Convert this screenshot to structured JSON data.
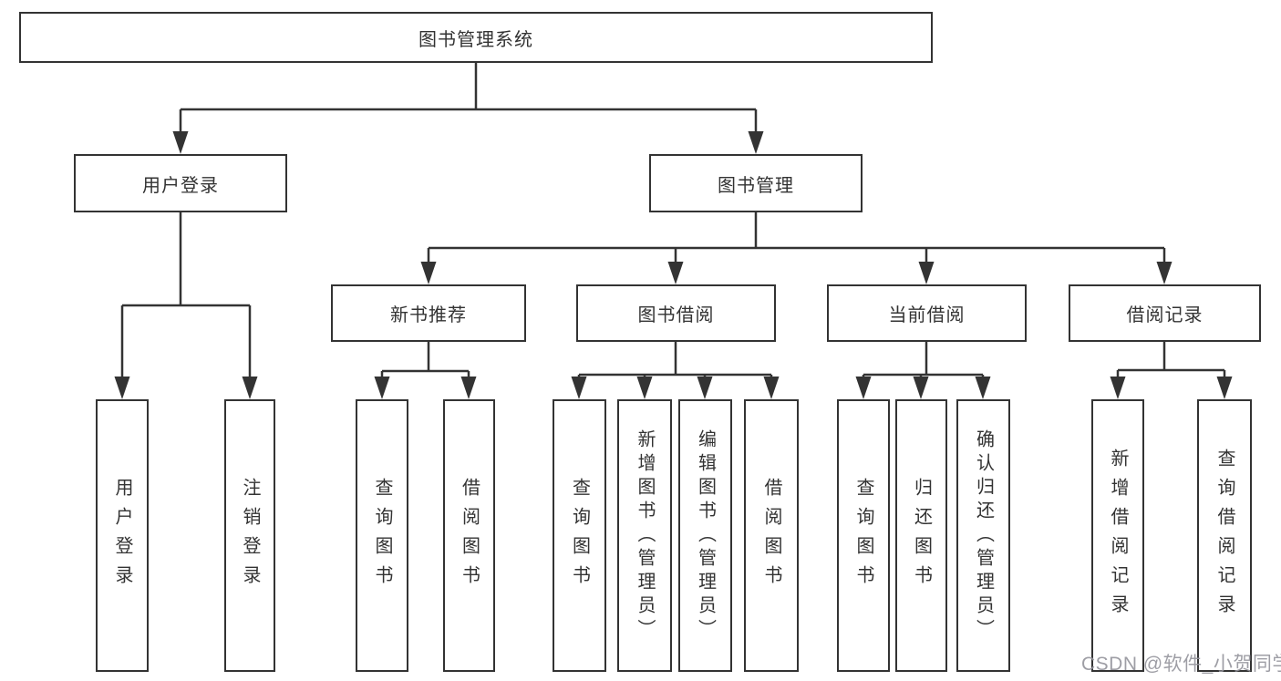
{
  "tree": {
    "root": {
      "label": "图书管理系统",
      "children": [
        {
          "label": "用户登录",
          "children": [
            {
              "label": "用户登录"
            },
            {
              "label": "注销登录"
            }
          ]
        },
        {
          "label": "图书管理",
          "children": [
            {
              "label": "新书推荐",
              "children": [
                {
                  "label": "查询图书"
                },
                {
                  "label": "借阅图书"
                }
              ]
            },
            {
              "label": "图书借阅",
              "children": [
                {
                  "label": "查询图书"
                },
                {
                  "label": "新增图书（管理员）"
                },
                {
                  "label": "编辑图书（管理员）"
                },
                {
                  "label": "借阅图书"
                }
              ]
            },
            {
              "label": "当前借阅",
              "children": [
                {
                  "label": "查询图书"
                },
                {
                  "label": "归还图书"
                },
                {
                  "label": "确认归还（管理员）"
                }
              ]
            },
            {
              "label": "借阅记录",
              "children": [
                {
                  "label": "新增借阅记录"
                },
                {
                  "label": "查询借阅记录"
                }
              ]
            }
          ]
        }
      ]
    }
  },
  "watermark": {
    "text": "CSDN @软件_小贺同学"
  },
  "colors": {
    "line": "#333333",
    "box_border": "#333333",
    "text": "#333333",
    "background": "#ffffff",
    "watermark": "#94949c"
  }
}
